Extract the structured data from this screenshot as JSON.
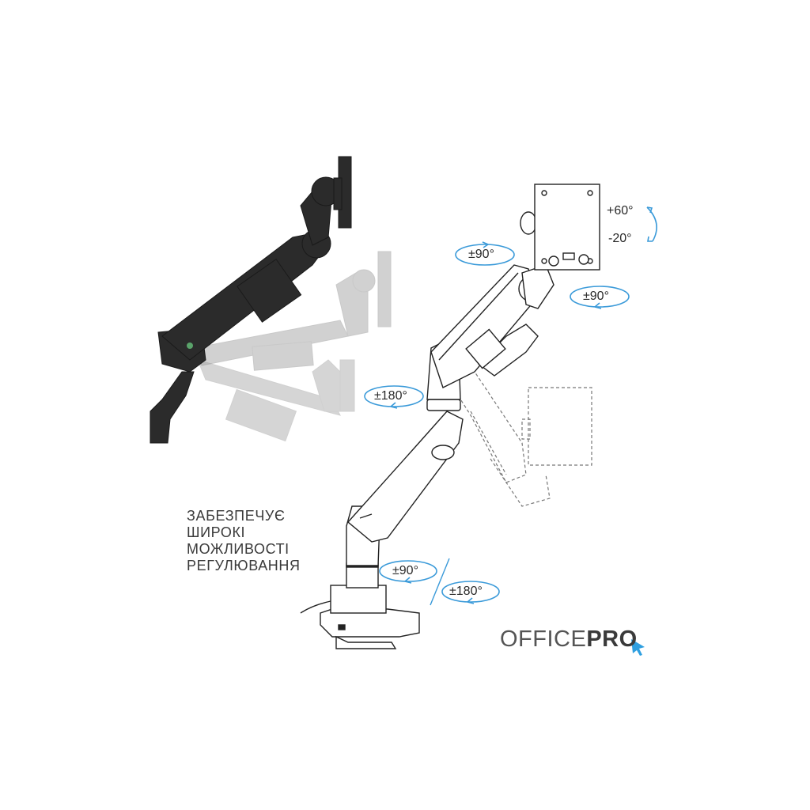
{
  "caption": {
    "lines": [
      "ЗАБЕЗПЕЧУЄ",
      "ШИРОКІ",
      "МОЖЛИВОСТІ",
      "РЕГУЛЮВАННЯ"
    ]
  },
  "angles": {
    "tilt_up": "+60°",
    "tilt_down": "-20°",
    "head_swivel_left": "±90°",
    "head_swivel_right": "±90°",
    "elbow_rotation": "±180°",
    "base_rotation_90": "±90°",
    "base_rotation_180": "±180°"
  },
  "logo": {
    "light": "OFFICE",
    "bold": "PRO"
  },
  "colors": {
    "arrow_accent": "#3a9ad9",
    "logo_accent": "#2f9fe0",
    "dark_arm": "#2b2b2b",
    "ghost_arm": "#9a9a9a"
  }
}
